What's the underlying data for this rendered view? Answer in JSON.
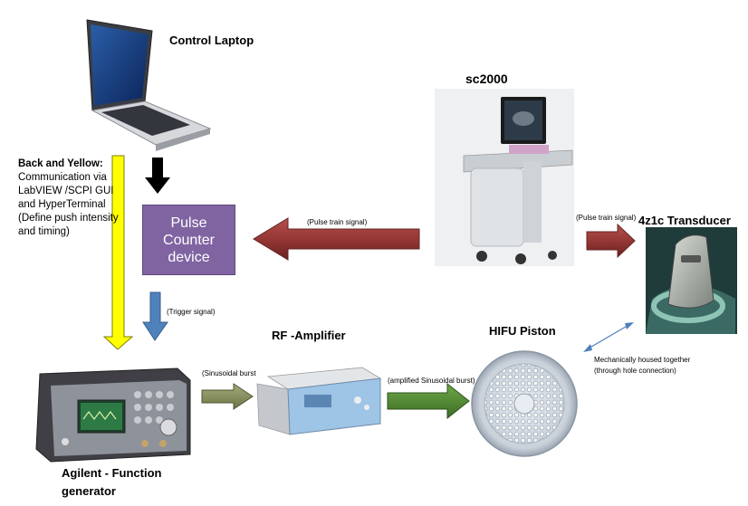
{
  "labels": {
    "laptop": "Control Laptop",
    "sc2000": "sc2000",
    "transducer": "4z1c Transducer",
    "rf_amp": "RF -Amplifier",
    "hifu": "HIFU Piston",
    "fgen": "Agilent - Function\ngenerator",
    "pcd": "Pulse\nCounter\ndevice"
  },
  "note": {
    "heading": "Back and Yellow:",
    "body": "Communication via LabVIEW /SCPI GUI and HyperTerminal (Define push intensity and timing)"
  },
  "signals": {
    "pulse_train_1": "(Pulse train signal)",
    "pulse_train_2": "(Pulse train signal)",
    "trigger": "(Trigger signal)",
    "sinusoidal": "(Sinusoidal burst",
    "amplified": "(amplified Sinusoidal burst)",
    "mech_line1": "Mechanically housed together",
    "mech_line2": "(through hole connection)"
  },
  "colors": {
    "pcd_box": "#8064a2",
    "yellow_arrow": "#ffff00",
    "blue_arrow": "#4f81bd",
    "red_arrow": "#953735",
    "green_arrow": "#4f8a2f"
  },
  "icons": [
    "laptop-icon",
    "ultrasound-system-icon",
    "transducer-icon",
    "function-generator-icon",
    "rf-amplifier-icon",
    "hifu-piston-icon"
  ]
}
